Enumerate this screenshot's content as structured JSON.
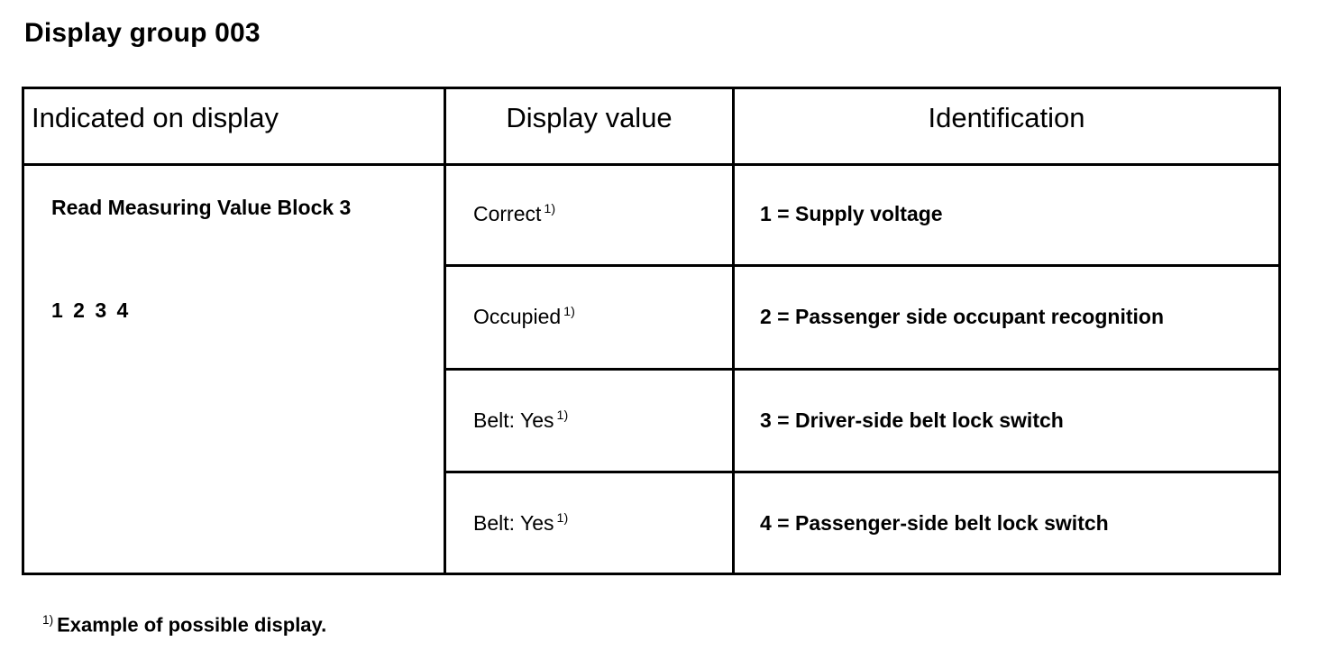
{
  "document": {
    "title": "Display group 003",
    "footnote_marker": "1)",
    "footnote_text": "Example of possible display."
  },
  "table": {
    "headers": {
      "col1": "Indicated on display",
      "col2": "Display value",
      "col3": "Identification"
    },
    "indicated_on_display": {
      "label": "Read Measuring Value Block 3",
      "numbers": "1 2 3 4"
    },
    "rows": [
      {
        "display_value": "Correct",
        "display_value_footnote": "1)",
        "identification": "1 = Supply voltage"
      },
      {
        "display_value": "Occupied",
        "display_value_footnote": "1)",
        "identification": "2 = Passenger side occupant recognition"
      },
      {
        "display_value": "Belt: Yes",
        "display_value_footnote": "1)",
        "identification": "3 = Driver-side belt lock switch"
      },
      {
        "display_value": "Belt: Yes",
        "display_value_footnote": "1)",
        "identification": "4 = Passenger-side belt lock switch"
      }
    ]
  }
}
